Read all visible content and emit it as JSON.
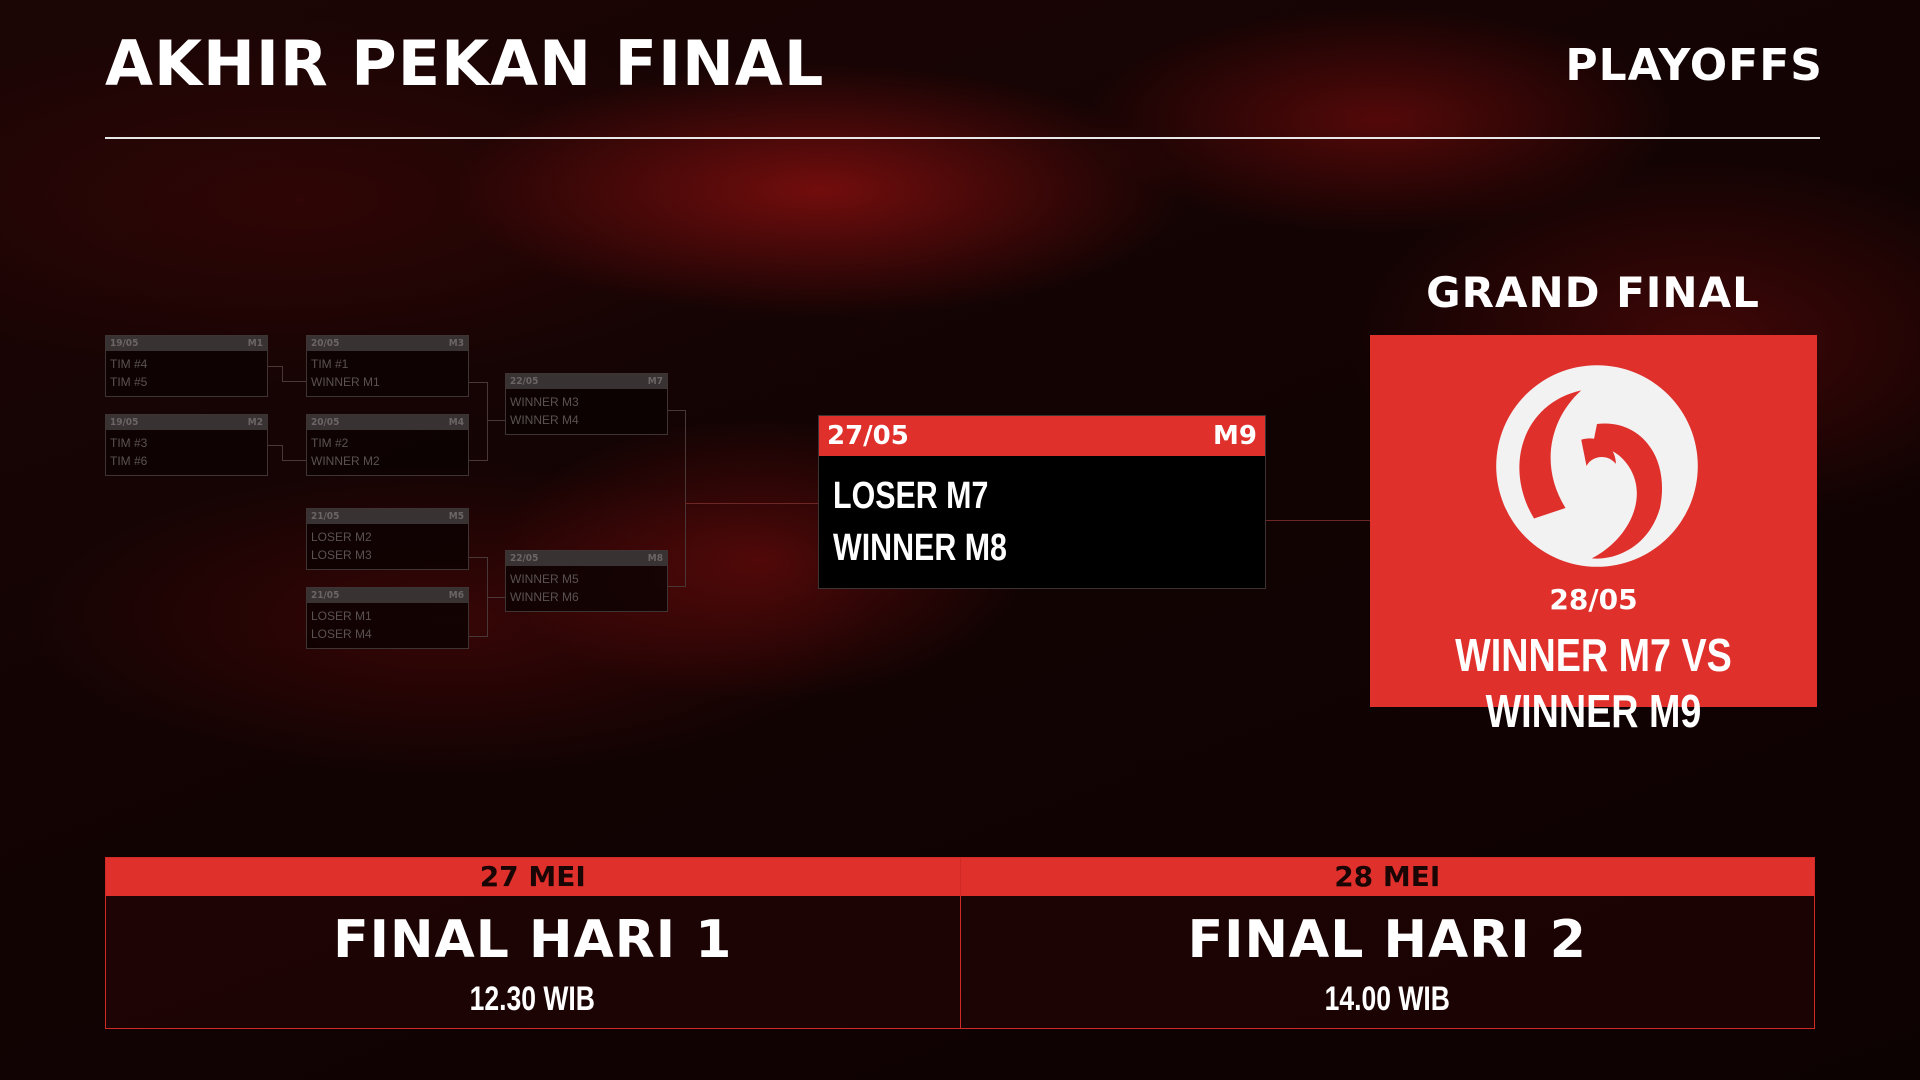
{
  "header": {
    "title": "AKHIR PEKAN FINAL",
    "brand": "PLAYOFFS"
  },
  "bracket": {
    "matches": [
      {
        "id": "M1",
        "date": "19/05",
        "teams": [
          "TIM #4",
          "TIM #5"
        ]
      },
      {
        "id": "M2",
        "date": "19/05",
        "teams": [
          "TIM #3",
          "TIM #6"
        ]
      },
      {
        "id": "M3",
        "date": "20/05",
        "teams": [
          "TIM #1",
          "WINNER M1"
        ]
      },
      {
        "id": "M4",
        "date": "20/05",
        "teams": [
          "TIM #2",
          "WINNER M2"
        ]
      },
      {
        "id": "M5",
        "date": "21/05",
        "teams": [
          "LOSER M2",
          "LOSER M3"
        ]
      },
      {
        "id": "M6",
        "date": "21/05",
        "teams": [
          "LOSER M1",
          "LOSER M4"
        ]
      },
      {
        "id": "M7",
        "date": "22/05",
        "teams": [
          "WINNER M3",
          "WINNER M4"
        ]
      },
      {
        "id": "M8",
        "date": "22/05",
        "teams": [
          "WINNER M5",
          "WINNER M6"
        ]
      }
    ],
    "m9": {
      "id": "M9",
      "date": "27/05",
      "teams": [
        "LOSER M7",
        "WINNER M8"
      ]
    }
  },
  "grand_final": {
    "title": "GRAND FINAL",
    "date": "28/05",
    "match": "WINNER M7 VS WINNER M9"
  },
  "schedule": [
    {
      "date": "27 MEI",
      "name": "FINAL HARI 1",
      "time": "12.30 WIB"
    },
    {
      "date": "28 MEI",
      "name": "FINAL HARI 2",
      "time": "14.00 WIB"
    }
  ],
  "colors": {
    "accent": "#e0302c",
    "background": "#140303"
  }
}
